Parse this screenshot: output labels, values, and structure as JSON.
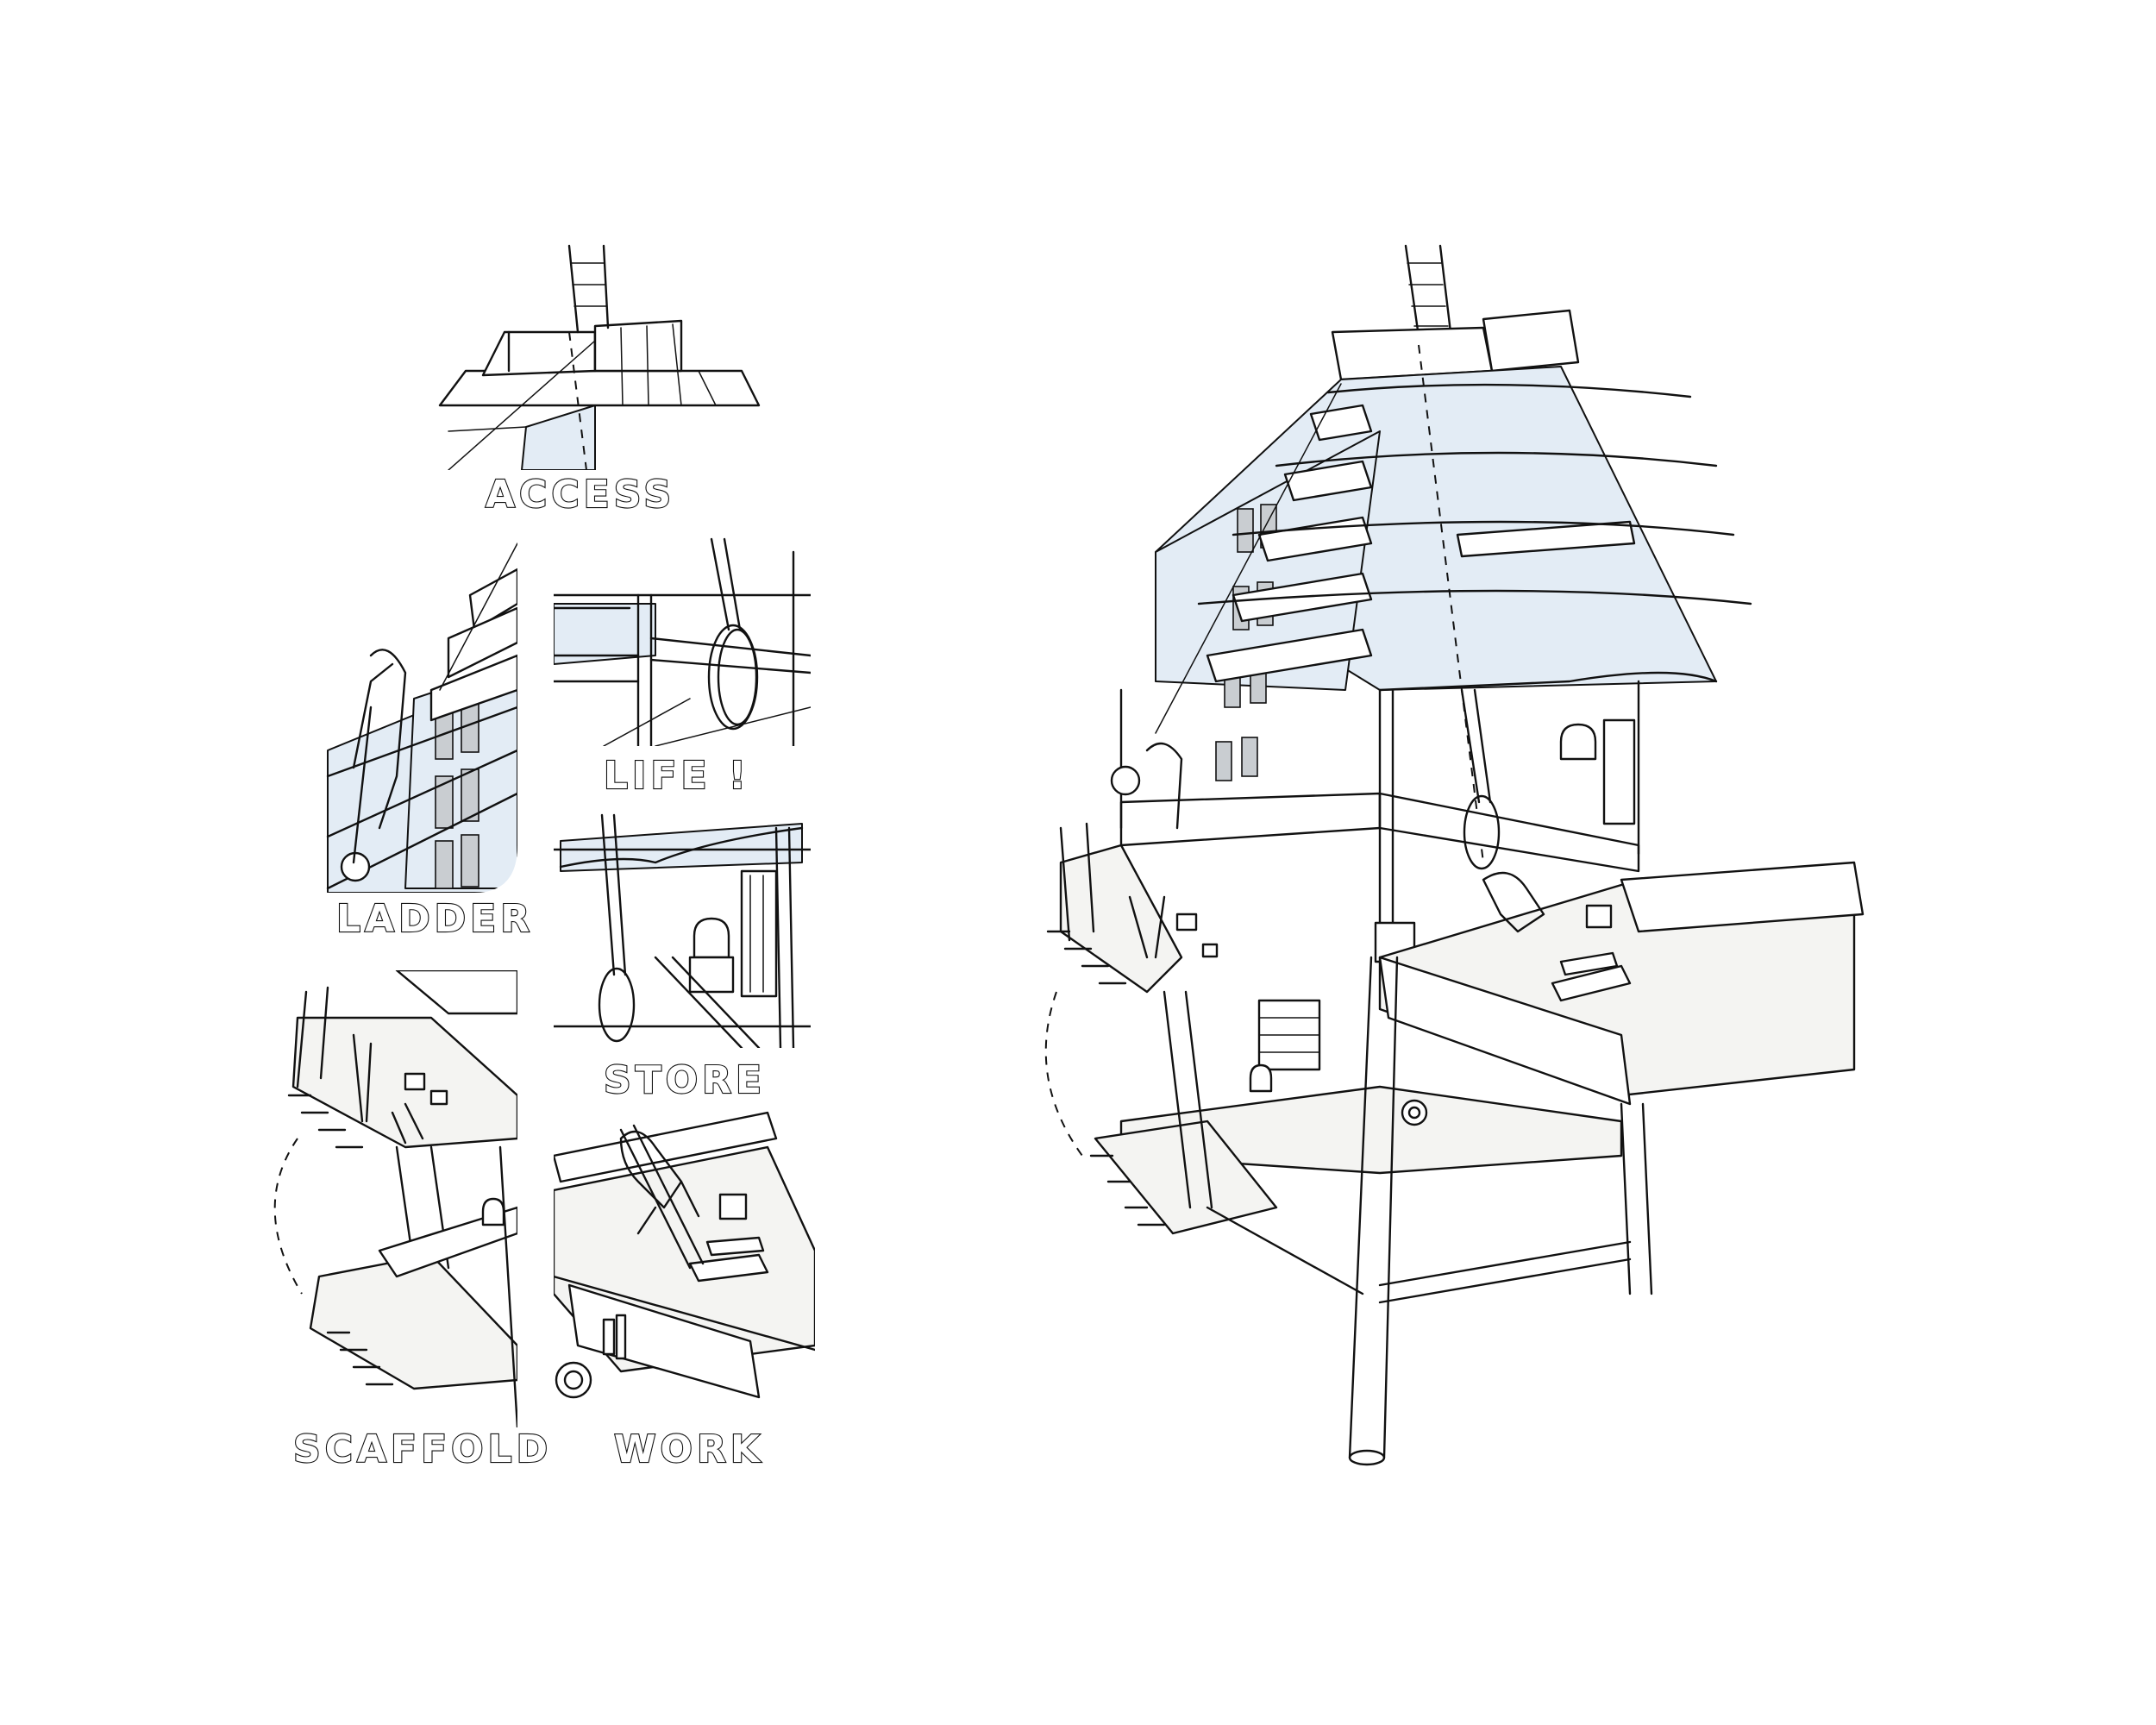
{
  "panels": {
    "access": {
      "label": "ACCESS"
    },
    "ladder": {
      "label": "LADDER"
    },
    "life": {
      "label": "LIFE !"
    },
    "store": {
      "label": "STORE"
    },
    "scaffold": {
      "label": "SCAFFOLD"
    },
    "work": {
      "label": "WORK"
    }
  },
  "colors": {
    "ink": "#111111",
    "glass_tint": "#e3ecf5",
    "background": "#ffffff",
    "shadow_grey": "#c9cdd1"
  }
}
